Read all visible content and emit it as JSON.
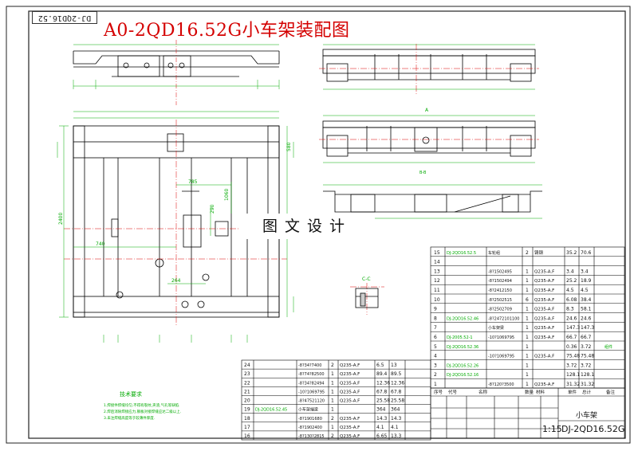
{
  "title": "A0-2QD16.52G小车架装配图",
  "watermark": "图文设计",
  "code_box": "DJ-2QD16.52",
  "drawing_number": "DJ-2QD16.52G",
  "scale": "1:15",
  "part_name": "小车架",
  "notes": {
    "heading": "技术要求",
    "lines": [
      "1.焊接件焊缝均匀,不得有裂纹,夹渣,气孔等缺陷.",
      "2.焊后消除焊接应力,钢板对接焊缝应达二级以上.",
      "3.未注焊缝高度等于较薄件厚度."
    ]
  },
  "dimensions": {
    "d785": "785",
    "d1060": "1060",
    "d740": "740",
    "d264": "264",
    "d290": "290",
    "d2400": "2400",
    "d580": "580"
  },
  "section_labels": {
    "b_b": "B-B",
    "c_c": "C-C",
    "a": "A"
  },
  "bom_right": {
    "rows": [
      {
        "no": "15",
        "code": "DJ-2QD16.52.5",
        "name": "车轮组",
        "qty": "2",
        "mat": "铸钢",
        "w1": "35.2",
        "w2": "70.6",
        "note": ""
      },
      {
        "no": "14",
        "code": "",
        "name": "",
        "qty": "",
        "mat": "",
        "w1": "",
        "w2": "",
        "note": ""
      },
      {
        "no": "13",
        "code": "",
        "name": "-8?1502495",
        "qty": "1",
        "mat": "Q235-A.F",
        "w1": "3.4",
        "w2": "3.4",
        "note": ""
      },
      {
        "no": "12",
        "code": "",
        "name": "-8?1502494",
        "qty": "1",
        "mat": "Q235-A.F",
        "w1": "25.2",
        "w2": "18.9",
        "note": ""
      },
      {
        "no": "11",
        "code": "",
        "name": "-8?2412150",
        "qty": "1",
        "mat": "Q235-A.F",
        "w1": "4.5",
        "w2": "4.5",
        "note": ""
      },
      {
        "no": "10",
        "code": "",
        "name": "-8?2502515",
        "qty": "6",
        "mat": "Q235-A.F",
        "w1": "6.08",
        "w2": "38.4",
        "note": ""
      },
      {
        "no": "9",
        "code": "",
        "name": "-8?2502709",
        "qty": "1",
        "mat": "Q235-A.F",
        "w1": "8.3",
        "w2": "58.1",
        "note": ""
      },
      {
        "no": "8",
        "code": "DJ-2QD16.52.46",
        "name": "-8?2472101100",
        "qty": "1",
        "mat": "Q235-A.F",
        "w1": "24.6",
        "w2": "24.6",
        "note": ""
      },
      {
        "no": "7",
        "code": "",
        "name": "小车架梁",
        "qty": "1",
        "mat": "Q235-A.F",
        "w1": "147.3",
        "w2": "147.3",
        "note": ""
      },
      {
        "no": "6",
        "code": "DJ-2005.52-1",
        "name": "-10?1069795",
        "qty": "1",
        "mat": "Q235-A.F",
        "w1": "66.7",
        "w2": "66.7",
        "note": ""
      },
      {
        "no": "5",
        "code": "DJ-2QD16.52.36",
        "name": "",
        "qty": "1",
        "mat": "",
        "w1": "0.36",
        "w2": "3.72",
        "note": "组件"
      },
      {
        "no": "4",
        "code": "",
        "name": "-10?1069795",
        "qty": "1",
        "mat": "Q235-A.F",
        "w1": "75.48",
        "w2": "75.48",
        "note": ""
      },
      {
        "no": "3",
        "code": "DJ-2QD16.52.26",
        "name": "",
        "qty": "1",
        "mat": "",
        "w1": "3.72",
        "w2": "3.72",
        "note": ""
      },
      {
        "no": "2",
        "code": "DJ-2QD16.52.16",
        "name": "",
        "qty": "1",
        "mat": "",
        "w1": "128.1",
        "w2": "128.1",
        "note": ""
      },
      {
        "no": "1",
        "code": "",
        "name": "-8?120?3500",
        "qty": "1",
        "mat": "Q235-A.F",
        "w1": "31.32",
        "w2": "31.32",
        "note": ""
      }
    ]
  },
  "bom_left": {
    "rows": [
      {
        "no": "24",
        "code": "",
        "name": "-8?34?7400",
        "qty": "2",
        "mat": "Q235-A.F",
        "w1": "6.5",
        "w2": "13"
      },
      {
        "no": "23",
        "code": "",
        "name": "-8?74?82500",
        "qty": "1",
        "mat": "Q235-A.F",
        "w1": "89.4",
        "w2": "89.5"
      },
      {
        "no": "22",
        "code": "",
        "name": "-8?34?82494",
        "qty": "1",
        "mat": "Q235-A.F",
        "w1": "12.36",
        "w2": "12.36"
      },
      {
        "no": "21",
        "code": "",
        "name": "-10?1069795",
        "qty": "1",
        "mat": "Q235-A.F",
        "w1": "67.8",
        "w2": "67.8"
      },
      {
        "no": "20",
        "code": "",
        "name": "-8?47521120",
        "qty": "1",
        "mat": "Q235-A.F",
        "w1": "25.58",
        "w2": "25.58"
      },
      {
        "no": "19",
        "code": "DJ-2QD16.52.45",
        "name": "小车架端梁",
        "qty": "1",
        "mat": "",
        "w1": "364",
        "w2": "364"
      },
      {
        "no": "18",
        "code": "",
        "name": "-8?1901680",
        "qty": "2",
        "mat": "Q235-A.F",
        "w1": "14.3",
        "w2": "14.3"
      },
      {
        "no": "17",
        "code": "",
        "name": "-8?1902400",
        "qty": "1",
        "mat": "Q235-A.F",
        "w1": "4.1",
        "w2": "4.1"
      },
      {
        "no": "16",
        "code": "",
        "name": "-8?130?2815",
        "qty": "2",
        "mat": "Q235-A.F",
        "w1": "6.65",
        "w2": "13.3"
      }
    ]
  },
  "bom_header": [
    "序号",
    "代号",
    "名称",
    "数量",
    "材料",
    "单件",
    "总计",
    "备注"
  ]
}
